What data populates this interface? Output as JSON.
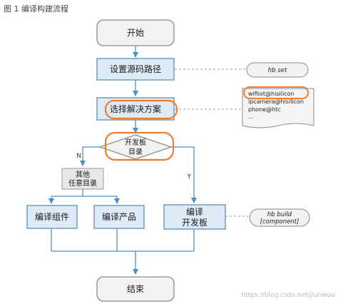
{
  "figure_title": "图 1 编译构建流程",
  "nodes": {
    "start": "开始",
    "set_path": "设置源码路径",
    "choose": "选择解决方案",
    "decision": [
      "开发板",
      "目录"
    ],
    "other": [
      "其他",
      "任意目录"
    ],
    "compile_component": "编译组件",
    "compile_product": "编译产品",
    "compile_board": [
      "编译",
      "开发板"
    ],
    "end": "结束"
  },
  "branches": {
    "no": "N",
    "yes": "Y"
  },
  "notes": {
    "hb_set": "hb set",
    "hb_build": [
      "hb build",
      "[component]"
    ]
  },
  "solutions": [
    "wifiiot@hisilicon",
    "ipcamera@hisilicon",
    "phone@htc",
    "..."
  ],
  "watermark": "https://blog.csdn.net/jiunwuu",
  "colors": {
    "box_fill": "#deebf7",
    "box_stroke": "#5b8db8",
    "terminal_fill": "#f2f2f2",
    "terminal_stroke": "#8a8a8a",
    "arrow": "#4a90c8",
    "highlight": "#ed7d31",
    "other_fill": "#e7e7e7",
    "dashed": "#9a9a9a"
  }
}
